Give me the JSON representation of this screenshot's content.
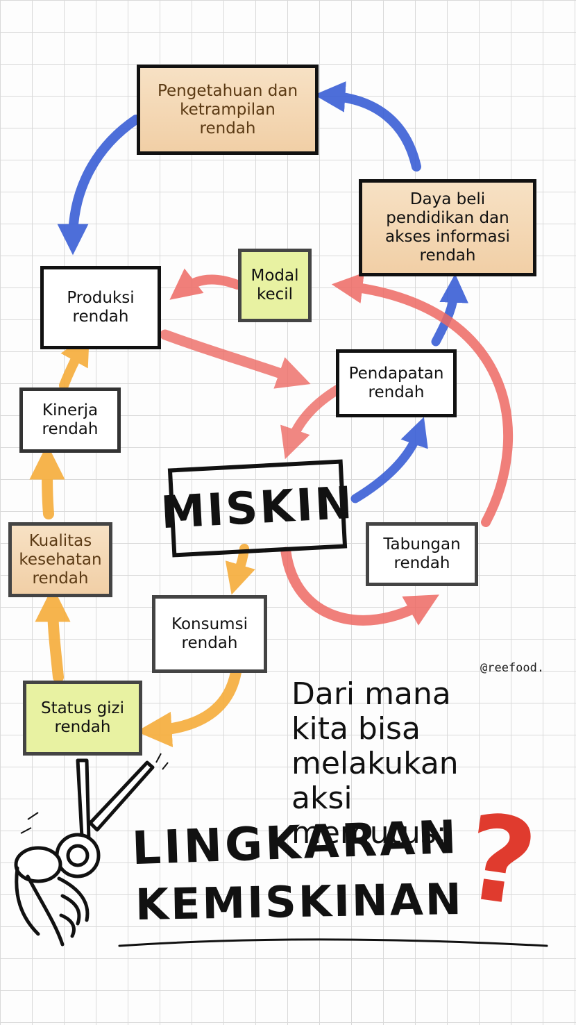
{
  "diagram": {
    "nodes": {
      "pengetahuan": "Pengetahuan dan\nketrampilan\nrendah",
      "daya_beli": "Daya beli\npendidikan dan\nakses informasi\nrendah",
      "modal": "Modal\nkecil",
      "produksi": "Produksi\nrendah",
      "pendapatan": "Pendapatan\nrendah",
      "kinerja": "Kinerja\nrendah",
      "miskin": "MISKIN",
      "kualitas": "Kualitas\nkesehatan\nrendah",
      "tabungan": "Tabungan\nrendah",
      "konsumsi": "Konsumsi\nrendah",
      "status_gizi": "Status gizi\nrendah"
    },
    "credit": "@reefood.",
    "question": "Dari mana\nkita bisa\nmelakukan\naksi memutus:",
    "title_line1": "LINGKARAN",
    "title_line2": "KEMISKINAN",
    "question_mark": "?",
    "colors": {
      "blue_arrow": "#3a5fd6",
      "red_arrow": "#ee6a64",
      "orange_arrow": "#f6ad3a",
      "peach_box": "#f1cfa6",
      "lime_box": "#e8f2a2",
      "question_mark": "#e03b2e"
    }
  }
}
